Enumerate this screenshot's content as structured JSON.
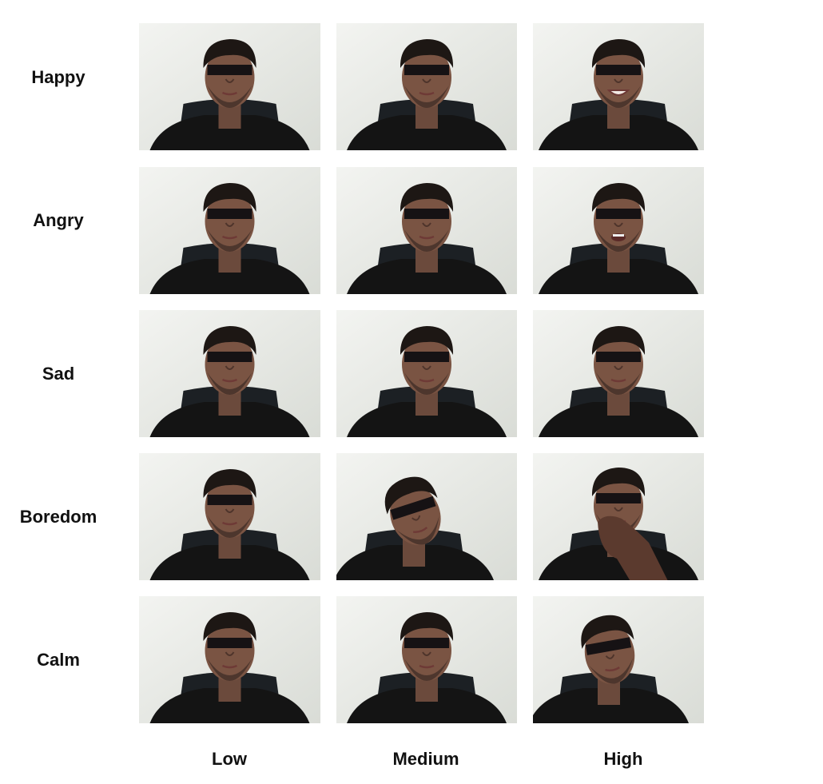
{
  "rows": [
    {
      "label": "Happy"
    },
    {
      "label": "Angry"
    },
    {
      "label": "Sad"
    },
    {
      "label": "Boredom"
    },
    {
      "label": "Calm"
    }
  ],
  "columns": [
    {
      "label": "Low"
    },
    {
      "label": "Medium"
    },
    {
      "label": "High"
    }
  ]
}
